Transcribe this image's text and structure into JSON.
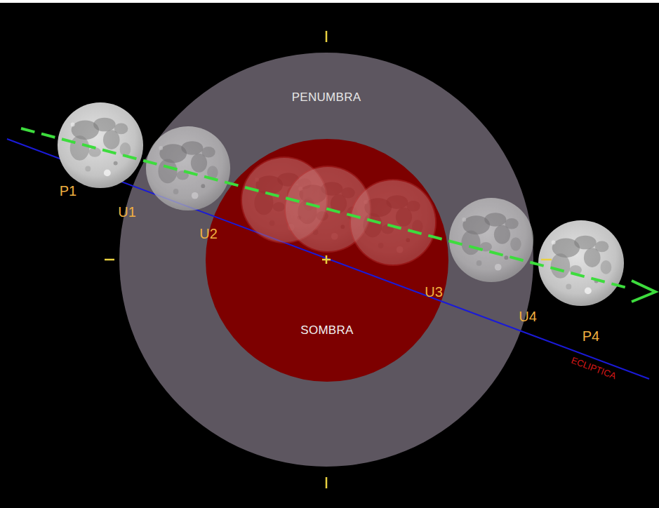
{
  "diagram": {
    "nodes": [
      {
        "text": [
          "PENUMBRA"
        ]
      },
      {
        "text": [
          "SOMBRA"
        ],
        "in": 0
      }
    ],
    "labels": [
      "P1",
      "U1",
      "U2",
      "U3",
      "U4",
      "P4",
      "ECLIPTICA"
    ]
  }
}
